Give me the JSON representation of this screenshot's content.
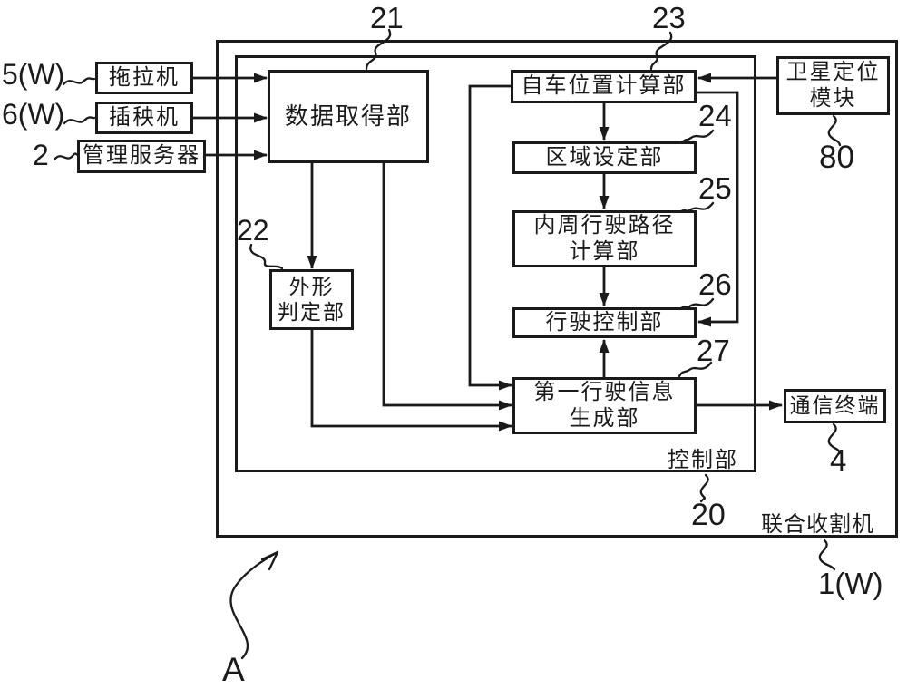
{
  "figure": {
    "type": "block-diagram",
    "language": "zh",
    "colors": {
      "line": "#1a1a1a",
      "background": "#ffffff"
    }
  },
  "nodes": {
    "tractor": {
      "label": "拖拉机",
      "ref": "5(W)"
    },
    "rice_transplanter": {
      "label": "插秧机",
      "ref": "6(W)"
    },
    "management_server": {
      "label": "管理服务器",
      "ref": "2"
    },
    "data_acquisition": {
      "label": "数据取得部",
      "ref": "21"
    },
    "own_vehicle_position_calc": {
      "label": "自车位置计算部",
      "ref": "23"
    },
    "area_setting": {
      "label": "区域设定部",
      "ref": "24"
    },
    "inner_travel_path_calc": {
      "label": "内周行驶路径\n计算部",
      "ref": "25"
    },
    "travel_control": {
      "label": "行驶控制部",
      "ref": "26"
    },
    "first_travel_info_gen": {
      "label": "第一行驶信息\n生成部",
      "ref": "27"
    },
    "shape_determination": {
      "label": "外形\n判定部",
      "ref": "22"
    },
    "satellite_positioning_module": {
      "label": "卫星定位\n模块",
      "ref": "80"
    },
    "communication_terminal": {
      "label": "通信终端",
      "ref": "4"
    },
    "control_unit": {
      "label": "控制部",
      "ref": "20"
    },
    "combine_harvester": {
      "label": "联合收割机",
      "ref": "1(W)"
    }
  },
  "annotations": {
    "system": "A"
  },
  "edges": [
    {
      "from": "tractor",
      "to": "data_acquisition"
    },
    {
      "from": "rice_transplanter",
      "to": "data_acquisition"
    },
    {
      "from": "management_server",
      "to": "data_acquisition"
    },
    {
      "from": "data_acquisition",
      "to": "shape_determination"
    },
    {
      "from": "data_acquisition",
      "to": "first_travel_info_gen"
    },
    {
      "from": "shape_determination",
      "to": "first_travel_info_gen"
    },
    {
      "from": "own_vehicle_position_calc",
      "to": "first_travel_info_gen"
    },
    {
      "from": "satellite_positioning_module",
      "to": "own_vehicle_position_calc"
    },
    {
      "from": "own_vehicle_position_calc",
      "to": "area_setting"
    },
    {
      "from": "own_vehicle_position_calc",
      "to": "travel_control"
    },
    {
      "from": "area_setting",
      "to": "inner_travel_path_calc"
    },
    {
      "from": "inner_travel_path_calc",
      "to": "travel_control"
    },
    {
      "from": "first_travel_info_gen",
      "to": "travel_control"
    },
    {
      "from": "first_travel_info_gen",
      "to": "communication_terminal"
    }
  ]
}
